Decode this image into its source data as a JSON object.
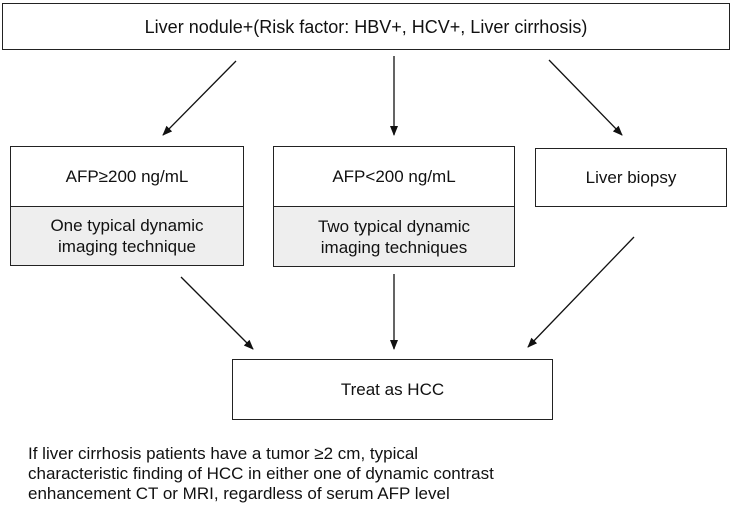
{
  "diagram": {
    "top_node": "Liver nodule+(Risk factor: HBV+, HCV+, Liver cirrhosis)",
    "branches": [
      {
        "id": "afp-high",
        "condition": "AFP≥200 ng/mL",
        "imaging": [
          "One typical dynamic",
          "imaging technique"
        ]
      },
      {
        "id": "afp-low",
        "condition": "AFP<200 ng/mL",
        "imaging": [
          "Two typical dynamic",
          "imaging techniques"
        ]
      },
      {
        "id": "biopsy",
        "condition": "Liver biopsy"
      }
    ],
    "outcome": "Treat as HCC",
    "edges": [
      [
        "top",
        "afp-high"
      ],
      [
        "top",
        "afp-low"
      ],
      [
        "top",
        "biopsy"
      ],
      [
        "afp-high",
        "outcome"
      ],
      [
        "afp-low",
        "outcome"
      ],
      [
        "biopsy",
        "outcome"
      ]
    ]
  },
  "footnote": [
    "If liver cirrhosis patients have a tumor ≥2 cm, typical",
    "characteristic finding of HCC in either one of dynamic contrast",
    "enhancement CT or MRI, regardless of serum AFP level"
  ]
}
